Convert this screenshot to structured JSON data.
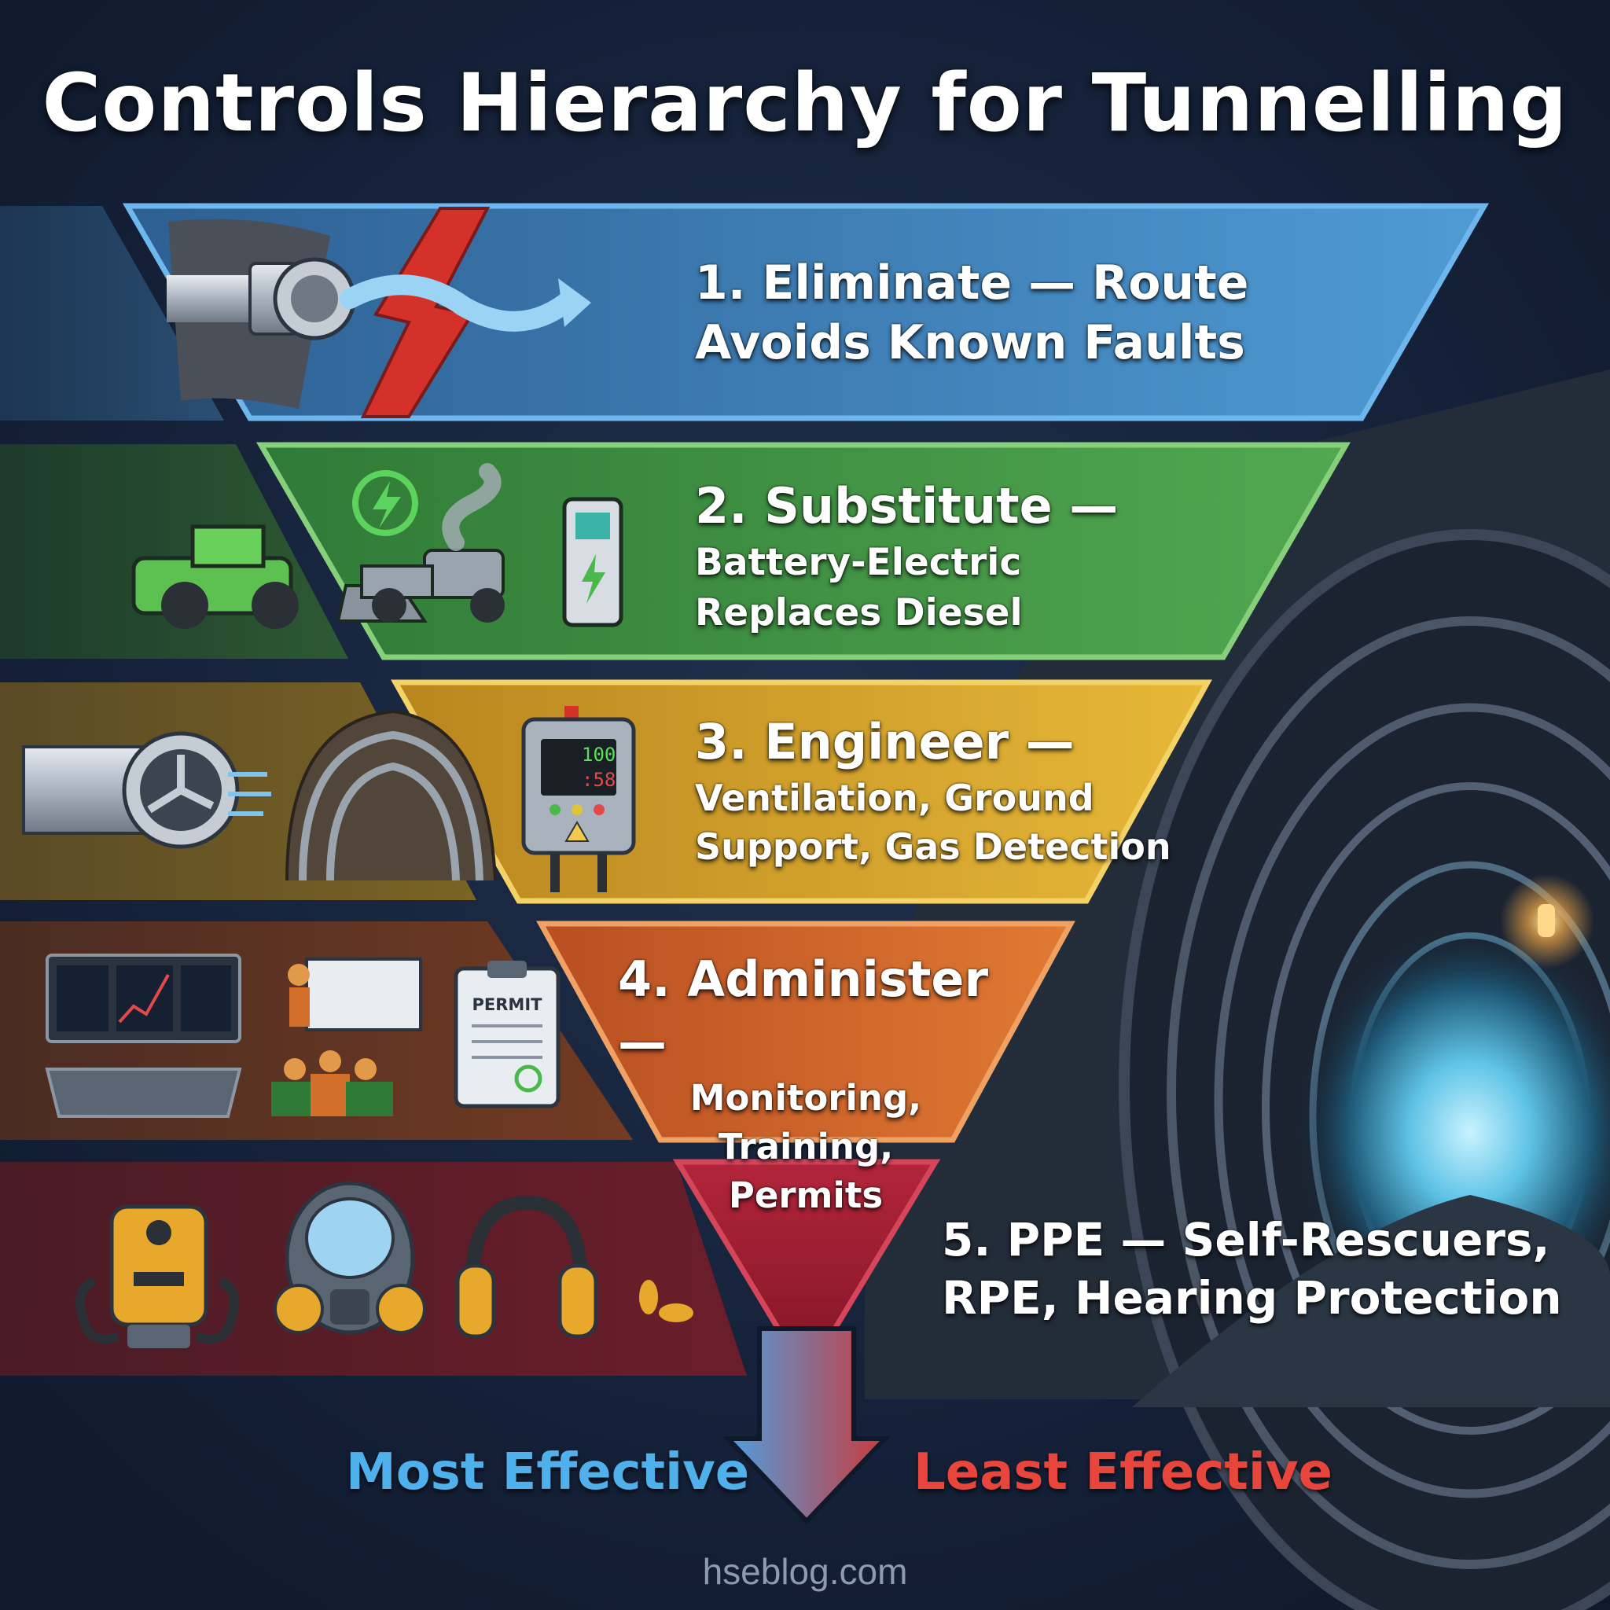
{
  "title": "Controls Hierarchy for Tunnelling",
  "levels": [
    {
      "heading": "1. Eliminate — Route",
      "subtitle": "Avoids Known Faults",
      "color": "#3f86c4"
    },
    {
      "heading": "2. Substitute —",
      "subtitle_line1": "Battery-Electric",
      "subtitle_line2": "Replaces Diesel",
      "color": "#3e9a46"
    },
    {
      "heading": "3. Engineer —",
      "subtitle_line1": "Ventilation, Ground",
      "subtitle_line2": "Support, Gas Detection",
      "color": "#d4a32c"
    },
    {
      "heading": "4. Administer —",
      "subtitle_line1": "Monitoring, Training,",
      "subtitle_line2": "Permits",
      "color": "#d4672c"
    },
    {
      "heading": "5. PPE — Self-Rescuers,",
      "subtitle": "RPE, Hearing Protection",
      "color": "#b3253a"
    }
  ],
  "icons": {
    "permit_label": "PERMIT",
    "gas_reading_1": "100",
    "gas_reading_2": ":58"
  },
  "most_effective": "Most Effective",
  "least_effective": "Least Effective",
  "website": "hseblog.com"
}
